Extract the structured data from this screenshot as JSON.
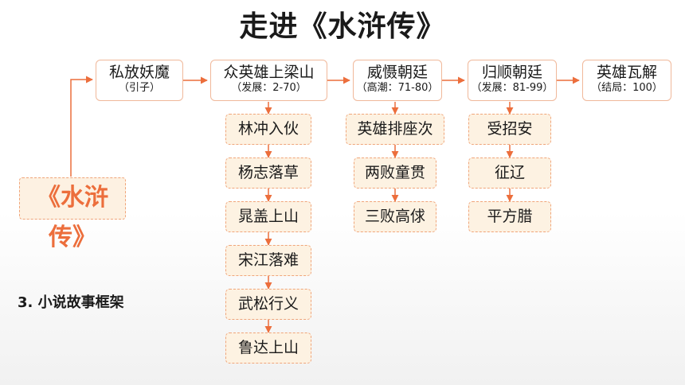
{
  "title": "走进《水浒传》",
  "book": "《水浒传》",
  "section_label": "3. 小说故事框架",
  "stages": [
    {
      "title": "私放妖魔",
      "subtitle": "（引子）"
    },
    {
      "title": "众英雄上梁山",
      "subtitle": "（发展：2-70）"
    },
    {
      "title": "威慑朝廷",
      "subtitle": "（高潮：71-80）"
    },
    {
      "title": "归顺朝廷",
      "subtitle": "（发展：81-99）"
    },
    {
      "title": "英雄瓦解",
      "subtitle": "（结局：100）"
    }
  ],
  "branches": {
    "liangshan": [
      "林冲入伙",
      "杨志落草",
      "晁盖上山",
      "宋江落难",
      "武松行义",
      "鲁达上山"
    ],
    "weishe": [
      "英雄排座次",
      "两败童贯",
      "三败高俅"
    ],
    "guishun": [
      "受招安",
      "征辽",
      "平方腊"
    ]
  },
  "colors": {
    "accent": "#ec6e3c",
    "border": "#f0b89a",
    "fill": "#fdf2e2"
  }
}
